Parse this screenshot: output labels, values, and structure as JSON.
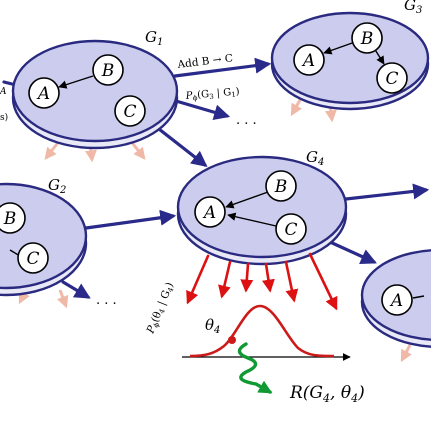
{
  "graphs": {
    "g1": {
      "title": "G",
      "sub": "1",
      "nodes": {
        "a": "A",
        "b": "B",
        "c": "C"
      }
    },
    "g2": {
      "title": "G",
      "sub": "2",
      "nodes": {
        "b": "B",
        "c": "C"
      }
    },
    "g3": {
      "title": "G",
      "sub": "3",
      "nodes": {
        "a": "A",
        "b": "B",
        "c": "C"
      }
    },
    "g4": {
      "title": "G",
      "sub": "4",
      "nodes": {
        "a": "A",
        "b": "B",
        "c": "C"
      }
    },
    "g5": {
      "nodes": {
        "a": "A"
      }
    }
  },
  "edge_labels": {
    "add_edge": "Add B → C",
    "p_transition": "P",
    "p_transition_sub": "ϕ",
    "p_transition_args": "(G",
    "p_transition_args_sub_a": "3",
    "p_transition_mid": " | G",
    "p_transition_args_sub_b": "1",
    "p_transition_close": ")",
    "p_theta": "P",
    "p_theta_sub": "ϕ",
    "p_theta_args": "(θ",
    "p_theta_args_sub": "4",
    "p_theta_mid": " | G",
    "p_theta_mid_sub": "4",
    "p_theta_close": ")",
    "ellipsis_top": ". . .",
    "ellipsis_bottom": ". . .",
    "left_clip_a": "A",
    "left_clip_b": "s)"
  },
  "theta": {
    "symbol": "θ",
    "sub": "4"
  },
  "reward": {
    "text": "R(G",
    "sub": "4",
    "tail": ", θ",
    "sub2": "4",
    "close": ")"
  },
  "colors": {
    "disk_fill": "#ccccee",
    "disk_rim": "#2a2a80",
    "arrow_blue": "#2a2a8a",
    "arrow_red": "#dd1111",
    "curve_red": "#cc1a1a",
    "reward_green": "#119933",
    "shadow_pink": "#f2b8a8"
  }
}
